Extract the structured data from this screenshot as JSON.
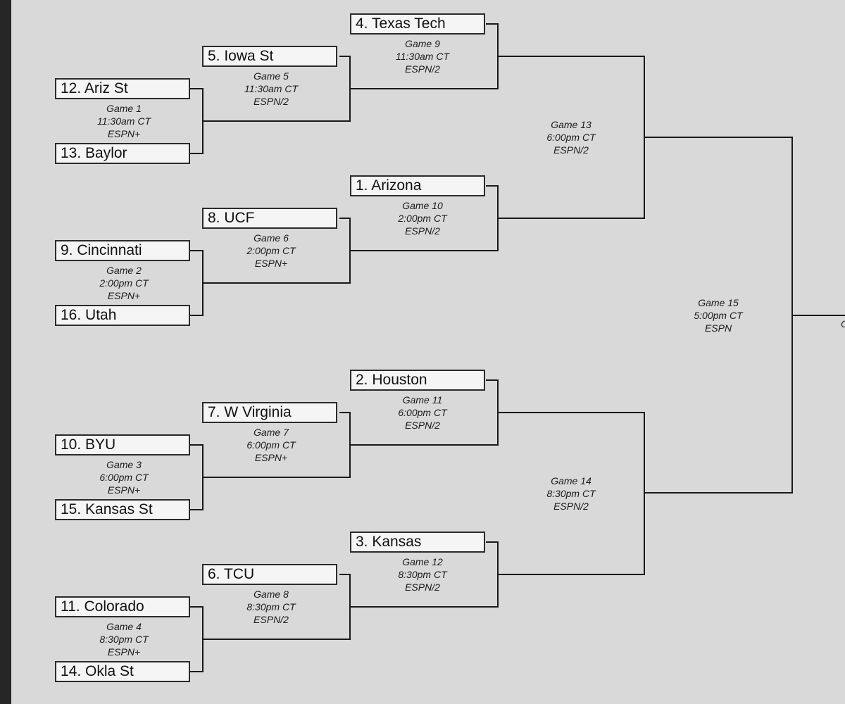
{
  "teams": {
    "t4": "4. Texas Tech",
    "t5": "5. Iowa St",
    "t12": "12. Ariz St",
    "t13": "13. Baylor",
    "t1": "1. Arizona",
    "t8": "8. UCF",
    "t9": "9. Cincinnati",
    "t16": "16. Utah",
    "t2": "2. Houston",
    "t7": "7. W Virginia",
    "t10": "10. BYU",
    "t15": "15. Kansas St",
    "t3": "3. Kansas",
    "t6": "6. TCU",
    "t11": "11. Colorado",
    "t14": "14. Okla St"
  },
  "games": {
    "g1": {
      "game": "Game 1",
      "time": "11:30am CT",
      "tv": "ESPN+"
    },
    "g2": {
      "game": "Game 2",
      "time": "2:00pm CT",
      "tv": "ESPN+"
    },
    "g3": {
      "game": "Game 3",
      "time": "6:00pm CT",
      "tv": "ESPN+"
    },
    "g4": {
      "game": "Game 4",
      "time": "8:30pm CT",
      "tv": "ESPN+"
    },
    "g5": {
      "game": "Game 5",
      "time": "11:30am CT",
      "tv": "ESPN/2"
    },
    "g6": {
      "game": "Game 6",
      "time": "2:00pm CT",
      "tv": "ESPN+"
    },
    "g7": {
      "game": "Game 7",
      "time": "6:00pm CT",
      "tv": "ESPN+"
    },
    "g8": {
      "game": "Game 8",
      "time": "8:30pm CT",
      "tv": "ESPN/2"
    },
    "g9": {
      "game": "Game 9",
      "time": "11:30am CT",
      "tv": "ESPN/2"
    },
    "g10": {
      "game": "Game 10",
      "time": "2:00pm CT",
      "tv": "ESPN/2"
    },
    "g11": {
      "game": "Game 11",
      "time": "6:00pm CT",
      "tv": "ESPN/2"
    },
    "g12": {
      "game": "Game 12",
      "time": "8:30pm CT",
      "tv": "ESPN/2"
    },
    "g13": {
      "game": "Game 13",
      "time": "6:00pm CT",
      "tv": "ESPN/2"
    },
    "g14": {
      "game": "Game 14",
      "time": "8:30pm CT",
      "tv": "ESPN/2"
    },
    "g15": {
      "game": "Game 15",
      "time": "5:00pm CT",
      "tv": "ESPN"
    }
  },
  "cut_off_text": "C"
}
